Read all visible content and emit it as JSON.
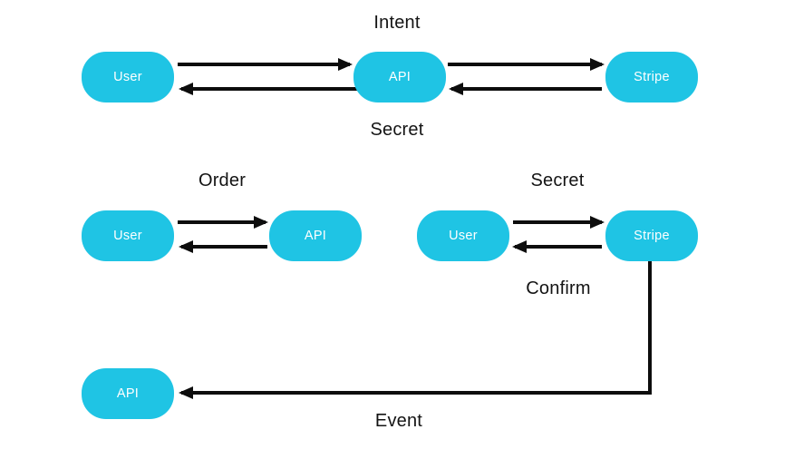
{
  "colors": {
    "node_fill": "#1FC4E4",
    "node_text": "#FFFFFF",
    "label_text": "#141414",
    "arrow": "#0D0D0D",
    "background": "#FFFFFF"
  },
  "nodes": {
    "top_user": "User",
    "top_api": "API",
    "top_stripe": "Stripe",
    "mid_left_user": "User",
    "mid_left_api": "API",
    "mid_right_user": "User",
    "mid_right_stripe": "Stripe",
    "bottom_api": "API"
  },
  "labels": {
    "intent": "Intent",
    "secret_top": "Secret",
    "order": "Order",
    "secret_mid": "Secret",
    "confirm": "Confirm",
    "event": "Event"
  }
}
